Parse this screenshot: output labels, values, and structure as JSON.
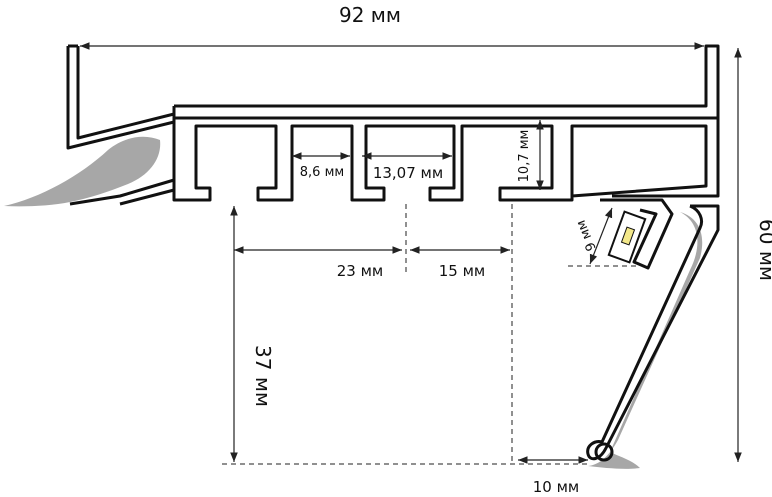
{
  "dimensions": {
    "width_total": "92 мм",
    "height_total": "60 мм",
    "slot_width": "8,6 мм",
    "slot_pitch": "13,07 мм",
    "slot_depth": "10,7 мм",
    "led_width": "9 мм",
    "offset_a": "23 мм",
    "offset_b": "15 мм",
    "depth_bottom": "37 мм",
    "gap_bottom": "10 мм"
  },
  "colors": {
    "profile": "#111111",
    "membrane": "#a7a7a7",
    "dimension": "#222222",
    "led": "#f3e88a"
  }
}
